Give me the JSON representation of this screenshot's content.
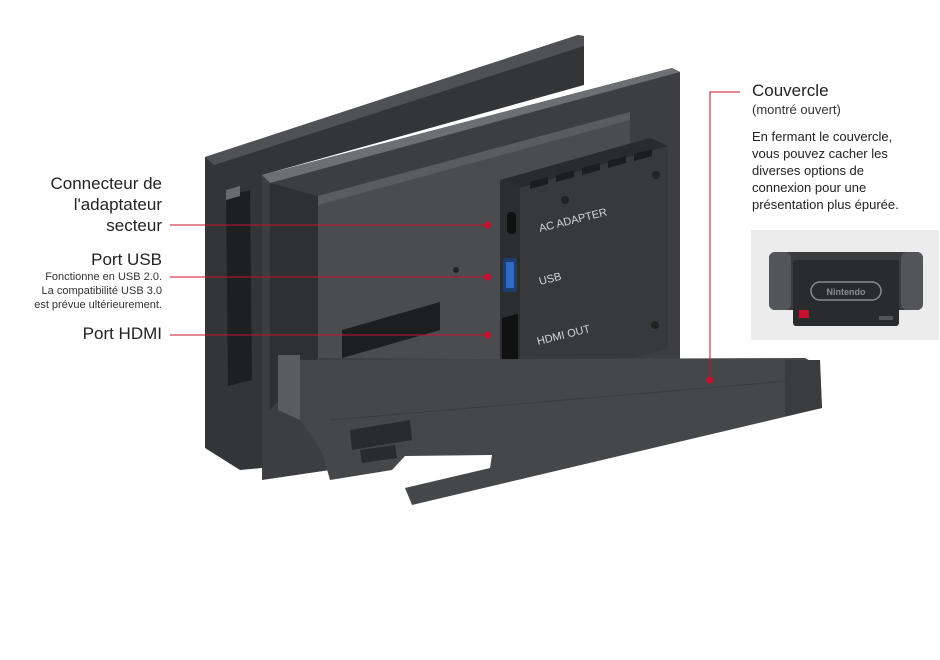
{
  "callouts": {
    "adapter": {
      "title_lines": [
        "Connecteur de",
        "l'adaptateur",
        "secteur"
      ]
    },
    "usb": {
      "title": "Port USB",
      "note_lines": [
        "Fonctionne en USB 2.0.",
        "La compatibilité USB 3.0",
        "est prévue ultérieurement."
      ]
    },
    "hdmi": {
      "title": "Port HDMI"
    },
    "cover": {
      "title": "Couvercle",
      "subtitle": "(montré ouvert)",
      "description_lines": [
        "En fermant le couvercle,",
        "vous pouvez cacher les",
        "diverses options de",
        "connexion pour une",
        "présentation plus épurée."
      ]
    }
  },
  "port_labels": {
    "ac": "AC ADAPTER",
    "usb": "USB",
    "hdmi": "HDMI OUT"
  },
  "inset_logo": "Nintendo",
  "colors": {
    "leader_line": "#c8102e",
    "dock_dark": "#3a3b3d",
    "dock_mid": "#4a4b4e",
    "dock_light": "#6a6b6e",
    "inset_bg": "#ececec"
  }
}
